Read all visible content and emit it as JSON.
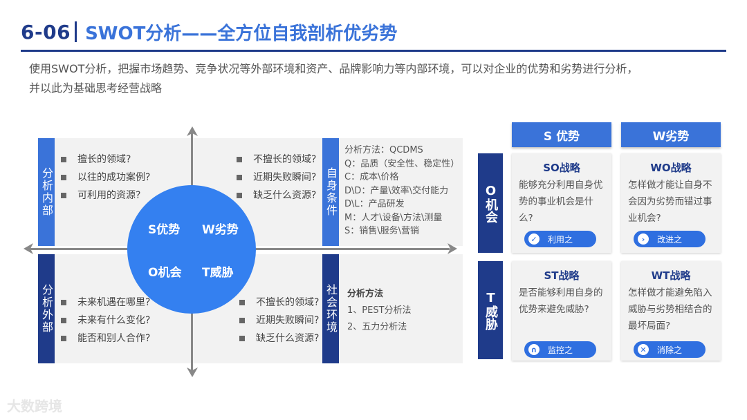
{
  "header": {
    "number": "6-06",
    "title": "SWOT分析——全方位自我剖析优劣势"
  },
  "intro": {
    "line1": "使用SWOT分析，把握市场趋势、竞争状况等外部环境和资产、品牌影响力等内部环境，可以对企业的优势和劣势进行分析，",
    "line2": "并以此为基础思考经营战略"
  },
  "quadrant": {
    "left_top_label": "分析内部",
    "left_bottom_label": "分析外部",
    "right_top_label": "自身条件",
    "right_bottom_label": "社会环境",
    "tl_items": [
      "擅长的领域?",
      "以往的成功案例?",
      "可利用的资源?"
    ],
    "tr_items": [
      "不擅长的领域?",
      "近期失败瞬间?",
      "缺乏什么资源?"
    ],
    "bl_items": [
      "未来机遇在哪里?",
      "未来有什么变化?",
      "能否和别人合作?"
    ],
    "br_items": [
      "不擅长的领域?",
      "近期失败瞬间?",
      "缺乏什么资源?"
    ],
    "circle": {
      "s": "S优势",
      "w": "W劣势",
      "o": "O机会",
      "t": "T威胁"
    },
    "self_info": [
      "分析方法：QCDMS",
      "Q：品质（安全性、稳定性）",
      "C：成本\\价格",
      "D\\D：产量\\效率\\交付能力",
      "D\\L：产品研发",
      "M：人才\\设备\\方法\\测量",
      "S：销售\\服务\\营销"
    ],
    "social_info": {
      "heading": "分析方法",
      "items": [
        "1、PEST分析法",
        "2、五力分析法"
      ]
    }
  },
  "matrix": {
    "col_s": "S 优势",
    "col_w": "W劣势",
    "row_o": "O机会",
    "row_t": "T威胁",
    "so": {
      "title": "SO战略",
      "body": "能够充分利用自身优势的事业机会是什么?",
      "btn": "利用之",
      "icon": "check-icon"
    },
    "wo": {
      "title": "WO战略",
      "body": "怎样做才能让自身不会因为劣势而错过事业机会?",
      "btn": "改进之",
      "icon": "chevron-right-icon"
    },
    "st": {
      "title": "ST战略",
      "body": "是否能够利用自身的优势来避免威胁?",
      "btn": "监控之",
      "icon": "magnet-icon"
    },
    "wt": {
      "title": "WT战略",
      "body": "怎样做才能避免陷入威胁与劣势相结合的最坏局面?",
      "btn": "消除之",
      "icon": "close-icon"
    }
  },
  "watermark": "大数跨境",
  "colors": {
    "dark_blue": "#1f3b8a",
    "blue": "#3a73d9",
    "circle_blue": "#3480f0"
  }
}
